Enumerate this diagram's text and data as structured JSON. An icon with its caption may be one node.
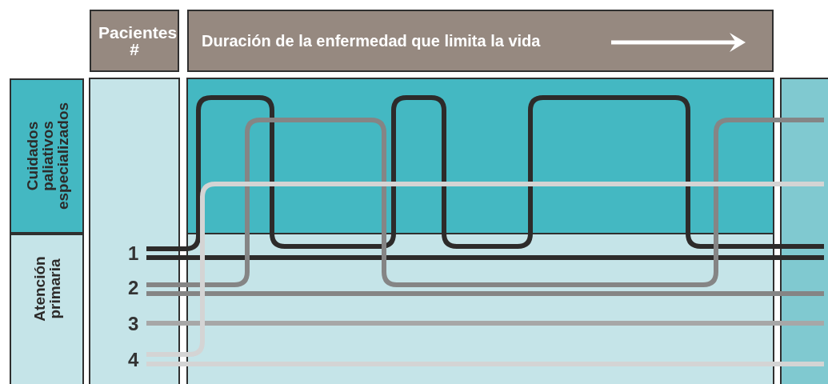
{
  "diagram": {
    "nodes": [
      {
        "text": [
          "Pacientes #"
        ]
      },
      {
        "text": [
          "Duración de la enfermedad que limita la vida"
        ]
      },
      {
        "text": [
          "Cuidados paliativos especializados"
        ]
      },
      {
        "text": [
          "Atención primaria"
        ]
      }
    ],
    "labels": [
      "1",
      "2",
      "3",
      "4"
    ]
  }
}
